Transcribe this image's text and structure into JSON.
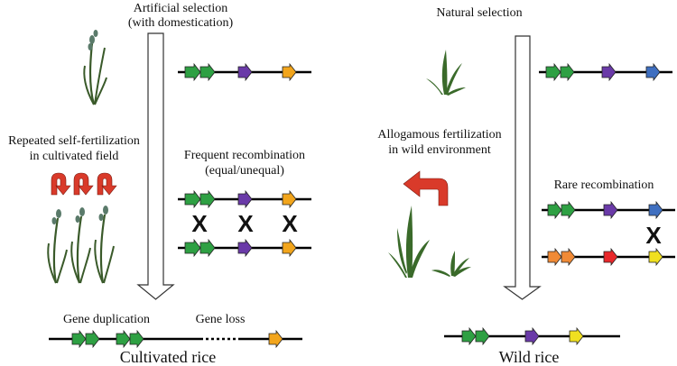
{
  "colors": {
    "green": "#2ea043",
    "purple": "#6a3aa8",
    "orange": "#f2a51c",
    "blue": "#3f6fc0",
    "yellow": "#f0e020",
    "red": "#e8282b",
    "light_orange": "#f08a36",
    "plant": "#3a5a2a",
    "loop_arrow": "#d93a2a"
  },
  "left": {
    "title_line1": "Artificial selection",
    "title_line2": "(with domestication)",
    "self_fert_line1": "Repeated self-fertilization",
    "self_fert_line2": "in cultivated field",
    "recomb_line1": "Frequent recombination",
    "recomb_line2": "(equal/unequal)",
    "cross_marks": [
      "X",
      "X",
      "X"
    ],
    "gene_duplication": "Gene duplication",
    "gene_loss": "Gene loss",
    "result": "Cultivated rice"
  },
  "right": {
    "title": "Natural selection",
    "allo_line1": "Allogamous fertilization",
    "allo_line2": "in wild environment",
    "recomb_label": "Rare recombination",
    "cross_mark": "X",
    "result": "Wild rice"
  }
}
